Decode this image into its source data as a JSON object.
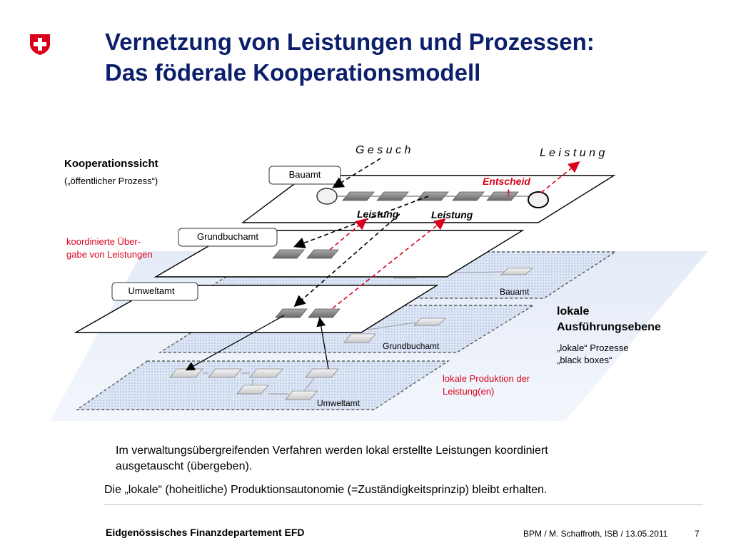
{
  "header": {
    "title_line1": "Vernetzung von Leistungen und Prozessen:",
    "title_line2": "Das föderale Kooperationsmodell"
  },
  "colors": {
    "title": "#0b1f6b",
    "accent_red": "#d9001b",
    "dotted_plane": "#c9d6ee"
  },
  "diagram": {
    "gesuch": "G e s u c h",
    "leistung_top": "L e i s t u n g",
    "entscheid": "Entscheid",
    "entscheid_mark": "!",
    "leistung_1": "Leistung",
    "leistung_2": "Leistung",
    "tag_bauamt": "Bauamt",
    "tag_grundbuchamt": "Grundbuchamt",
    "tag_umweltamt": "Umweltamt",
    "local_bauamt": "Bauamt",
    "local_grundbuchamt": "Grundbuchamt",
    "local_umweltamt": "Umweltamt"
  },
  "side": {
    "kooperationssicht": "Kooperationssicht",
    "oeffentlicher_prozess": "(„öffentlicher Prozess“)",
    "koordinierte_line1": "koordinierte Über-",
    "koordinierte_line2": "gabe von Leistungen",
    "lokale_line1": "lokale",
    "lokale_line2": "Ausführungsebene",
    "lokale_prozesse": "„lokale“ Prozesse",
    "black_boxes": "„black boxes“",
    "lokale_produktion_line1": "lokale Produktion der",
    "lokale_produktion_line2": "Leistung(en)"
  },
  "body": {
    "paragraph1_line1": "Im verwaltungsübergreifenden Verfahren werden lokal erstellte Leistungen koordiniert",
    "paragraph1_line2": "ausgetauscht (übergeben).",
    "paragraph2": "Die „lokale“ (hoheitliche) Produktionsautonomie (=Zuständigkeitsprinzip) bleibt erhalten."
  },
  "footer": {
    "department": "Eidgenössisches Finanzdepartement EFD",
    "meta": "BPM / M. Schaffroth, ISB / 13.05.2011",
    "page": "7"
  }
}
